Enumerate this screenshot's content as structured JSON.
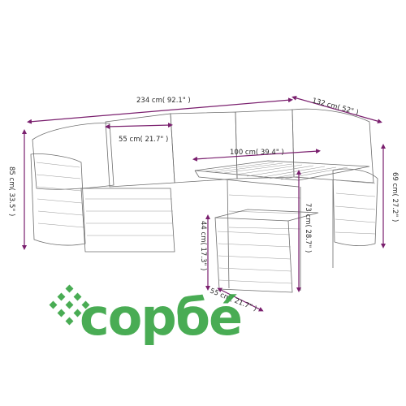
{
  "dimensions": {
    "total_width": "234 cm( 92.1\" )",
    "depth": "132 cm( 52\" )",
    "seat_width": "55 cm( 21.7\" )",
    "table_width": "100 cm( 39.4\" )",
    "sofa_height": "85 cm( 33.5\" )",
    "table_height": "69 cm( 27.2\" )",
    "stool_height": "44 cm( 17.3\" )",
    "table_inner_height": "73 cm( 28.7\" )",
    "stool_width": "55 cm( 21.7\" )"
  },
  "watermark": {
    "brand": "copбé",
    "logo_icon": "diamond-grid-icon",
    "color": "#3aa646"
  },
  "colors": {
    "dimension_arrow": "#7a1f6e"
  }
}
